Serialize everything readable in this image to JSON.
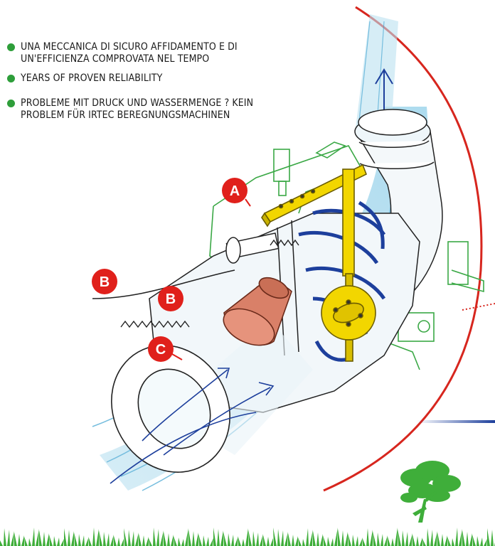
{
  "bullets": [
    {
      "text_line1": "UNA MECCANICA DI SICURO AFFIDAMENTO E DI",
      "text_line2": "UN'EFFICIENZA COMPROVATA NEL TEMPO"
    },
    {
      "text_line1": "YEARS OF PROVEN RELIABILITY",
      "text_line2": ""
    },
    {
      "text_line1": "PROBLEME MIT DRUCK UND WASSERMENGE ? KEIN",
      "text_line2": "PROBLEM FÜR IRTEC BEREGNUNGSMACHINEN"
    }
  ],
  "labels": {
    "a": "A",
    "b1": "B",
    "b2": "B",
    "c": "C"
  },
  "colors": {
    "bullet": "#2e9e3a",
    "label": "#e0201b",
    "arc": "#d7261e",
    "water": "#7fc6e3",
    "turbine": "#1d3f9c",
    "regulator": "#f2d600",
    "cone": "#d98068",
    "frame": "#3aa845",
    "grass": "#3fae3a"
  },
  "icons": [
    "tree-icon",
    "grass-decoration"
  ]
}
